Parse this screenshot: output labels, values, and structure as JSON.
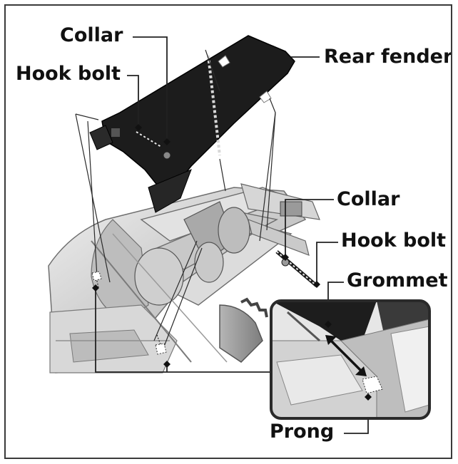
{
  "labels": {
    "collar_top": "Collar",
    "hook_bolt_top": "Hook bolt",
    "rear_fender": "Rear fender",
    "collar_right": "Collar",
    "hook_bolt_right": "Hook bolt",
    "grommet": "Grommet",
    "prong": "Prong"
  },
  "colors": {
    "fender": "#1c1c1c",
    "frame_metal": "#cfcfcf",
    "frame_shadow": "#8d8d8d",
    "leader": "#222222",
    "inset_border": "#2a2a2a"
  }
}
